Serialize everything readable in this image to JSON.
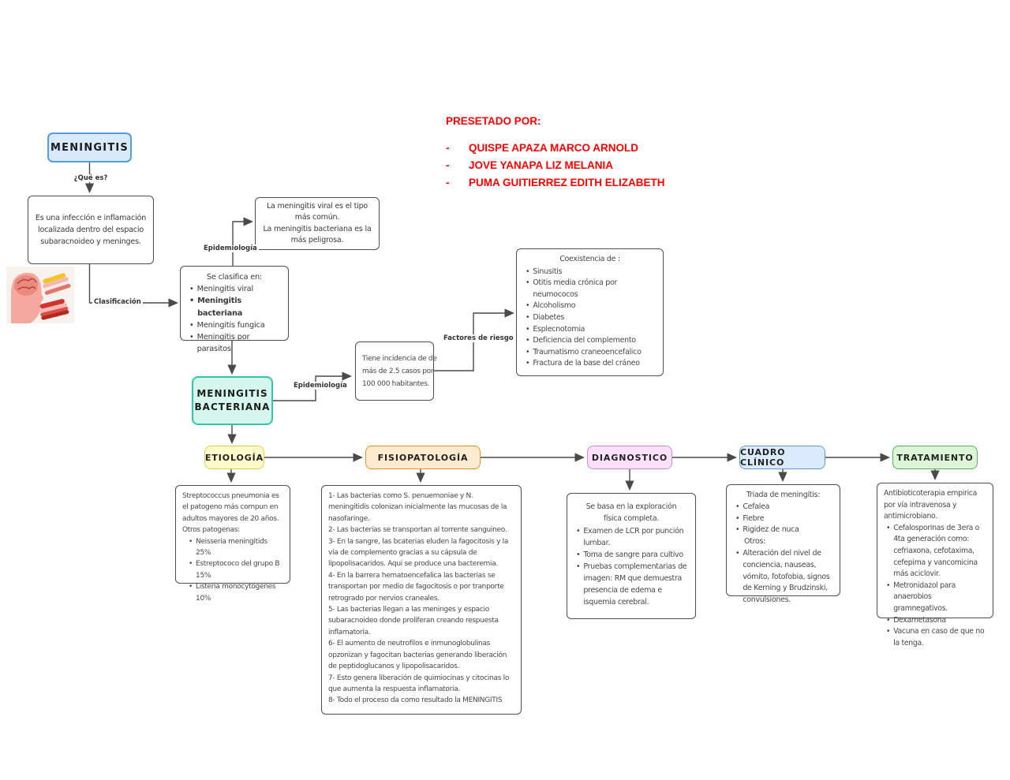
{
  "presented": {
    "title": "PRESETADO POR:",
    "dash": "-",
    "names": [
      "QUISPE APAZA MARCO ARNOLD",
      "JOVE YANAPA LIZ MELANIA",
      "PUMA GUITIERREZ EDITH ELIZABETH"
    ],
    "color": "#ff0000"
  },
  "colors": {
    "root_fill": "#d9eafd",
    "root_border": "#559de0",
    "bacteriana_fill": "#d6f7ee",
    "bacteriana_border": "#31c6ac",
    "etiologia_fill": "#fdf9c8",
    "etiologia_border": "#e5cf52",
    "fisiopatologia_fill": "#fcebcf",
    "fisiopatologia_border": "#e78e2f",
    "diagnostico_fill": "#fae3fa",
    "diagnostico_border": "#d884d8",
    "cuadro_fill": "#dceafd",
    "cuadro_border": "#5b9bd5",
    "tratamiento_fill": "#def4d6",
    "tratamiento_border": "#57b357",
    "connector": "#4a4a4a"
  },
  "edge_labels": {
    "que_es": "¿Qué es?",
    "clasificacion": "Clasificación",
    "epidemiologia_1": "Epidemiología",
    "epidemiologia_2": "Epidemiología",
    "factores_riesgo": "Factores de riesgo"
  },
  "nodes": {
    "root": {
      "label": "MENINGITIS"
    },
    "definition": {
      "lines": [
        "Es una infección e inflamación",
        "localizada dentro del espacio",
        "subaracnoideo y meninges."
      ]
    },
    "viral_note": {
      "lines": [
        "La meningitis viral es el tipo",
        "más común.",
        "La meningitis bacteriana es la",
        "más peligrosa."
      ]
    },
    "classification": {
      "title": "Se clasifica en:",
      "items": [
        "Meningitis viral",
        "Meningitis bacteriana",
        "Meningitis fungica",
        "Meningitis por parasitos"
      ]
    },
    "bacteriana": {
      "lines": [
        "MENINGITIS",
        "BACTERIANA"
      ]
    },
    "incidence": {
      "lines": [
        "Tiene incidencia de de",
        "más de 2.5 casos por",
        "100 000 habitantes."
      ]
    },
    "risk_factors": {
      "title": "Coexistencia de :",
      "items": [
        "Sinusitis",
        "Otitis media crónica por neumococos",
        "Alcoholismo",
        "Diabetes",
        "Esplecnotomia",
        "Deficiencia del complemento",
        "Traumatismo craneoencefalico",
        "Fractura de la base del cráneo"
      ]
    },
    "categories": {
      "etiologia": "ETIOLOGÍA",
      "fisiopatologia": "FISIOPATOLOGÍA",
      "diagnostico": "DIAGNOSTICO",
      "cuadro_clinico": "CUADRO CLÍNICO",
      "tratamiento": "TRATAMIENTO"
    },
    "etiologia_detail": {
      "intro": "Streptococcus pneumonia es el patogeno más compun en adultos mayores de 20 años.",
      "subtitle": "Otros patogenas:",
      "items": [
        "Neisseria meningitids 25%",
        "Estreptococo del grupo B 15%",
        "Listeria monocytogenes 10%"
      ]
    },
    "fisiopatologia_detail": {
      "steps": [
        "1- Las bacterias como S. penuemoniae y N. meningitidis colonizan inicialmente las mucosas de la nasofaringe.",
        "2- Las bacterias se transportan al torrente sanguineo.",
        "3- En la sangre, las bcaterias eluden la fagocitosis y la vía de complemento gracias a su cápsula de lipopolisacaridos. Aqui se produce una bacteremia.",
        "4- En la barrera hematoencefalica las bacterias se transportan por medio de fagocitosis o por tranporte retrogrado por nervios craneales.",
        "5- Las bacterias llegan a las meninges y espacio subaracnoideo donde proliferan creando respuesta inflamatoria.",
        "6- El aumento de neutrofilos e inmunoglobulinas opzonizan y fagocitan bacterias generando liberación de peptidoglucanos y lipopolisacaridos.",
        "7- Esto genera liberación de quimiocinas y citocinas lo que aumenta la respuesta inflamatoria.",
        "8- Todo el proceso da como resultado la MENINGITIS"
      ]
    },
    "diagnostico_detail": {
      "intro": "Se basa en la exploración física completa.",
      "items": [
        "Examen de LCR por punción lumbar.",
        "Toma de sangre para cultivo",
        "Pruebas complementarias de imagen: RM  que demuestra presencia de edema e isquemia cerebral."
      ]
    },
    "cuadro_detail": {
      "title": "Triada de meningitis:",
      "items": [
        "Cefalea",
        "Fiebre",
        "Rigidez de nuca"
      ],
      "others_label": "Otros:",
      "others_items": [
        "Alteración del nivel de conciencia, nauseas, vómito, fotofobia, signos de Kerning y Brudzinski, convulsiones."
      ]
    },
    "tratamiento_detail": {
      "intro": "Antibioticoterapia empirica por vía intravenosa y antimicrobiano.",
      "items": [
        "Cefalosporinas de 3era o 4ta generación  como: cefriaxona, cefotaxima, cefepima y vancomicina más aciclovir.",
        "Metronidazol para anaerobios gramnegativos.",
        "Dexametasona",
        "Vacuna en caso de que no la tenga."
      ]
    }
  }
}
